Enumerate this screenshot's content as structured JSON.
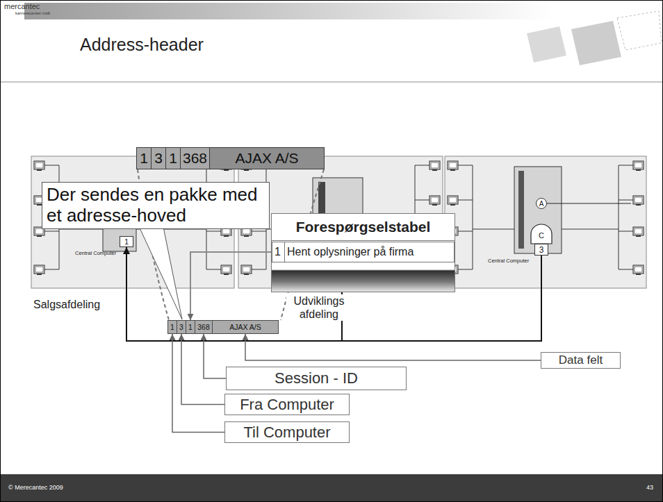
{
  "diagram": {
    "title": "Address-header",
    "nodes": [
      {
        "text": [
          "1"
        ]
      },
      {
        "text": [
          "3"
        ]
      },
      {
        "text": [
          "1"
        ]
      },
      {
        "text": [
          "368"
        ]
      },
      {
        "text": [
          "AJAX A/S"
        ]
      },
      {
        "text": [
          "Der sendes en pakke med et adresse-hoved"
        ]
      },
      {
        "text": [
          "Forespørgselstabel"
        ]
      },
      {
        "text": [
          "1"
        ],
        "in": 6
      },
      {
        "text": [
          "Hent oplysninger på firma"
        ],
        "in": 6
      },
      {
        "text": [
          "1"
        ]
      },
      {
        "text": [
          "A"
        ]
      },
      {
        "text": [
          "C"
        ]
      },
      {
        "text": [
          "3"
        ]
      },
      {
        "text": [
          "1"
        ]
      },
      {
        "text": [
          "3"
        ]
      },
      {
        "text": [
          "1"
        ]
      },
      {
        "text": [
          "368"
        ]
      },
      {
        "text": [
          "AJAX A/S"
        ]
      },
      {
        "text": [
          "Data felt"
        ]
      },
      {
        "text": [
          "Session - ID"
        ]
      },
      {
        "text": [
          "Fra Computer"
        ]
      },
      {
        "text": [
          "Til Computer"
        ]
      }
    ],
    "edges": [
      {
        "from": 12,
        "to": 9,
        "arrow": "to"
      },
      {
        "from": 7,
        "to": 15,
        "arrow": "to"
      },
      {
        "from": 18,
        "to": 17,
        "arrow": "to"
      },
      {
        "from": 19,
        "to": 16,
        "arrow": "to"
      },
      {
        "from": 20,
        "to": 14,
        "arrow": "to"
      },
      {
        "from": 21,
        "to": 13,
        "arrow": "to"
      }
    ],
    "labels": [
      "mercantec",
      "karrierecenter midt",
      "Central Computer",
      "Central Computer",
      "Salgsafdeling",
      "Udviklings afdeling",
      "© Merecantec 2009",
      "43"
    ]
  }
}
